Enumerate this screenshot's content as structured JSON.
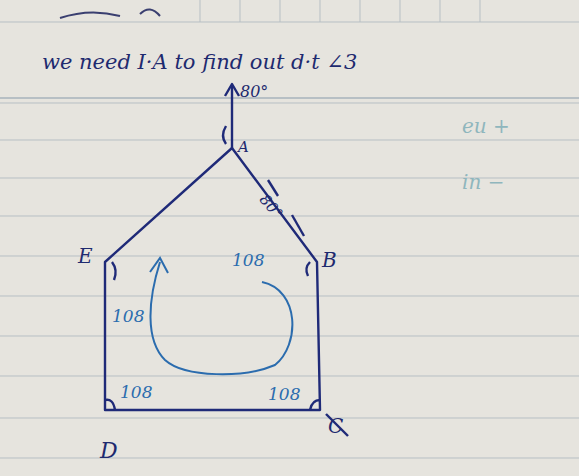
{
  "diagram": {
    "labels": [
      "we need I·A to find out d·t ∠3",
      "80°",
      "A",
      "80°",
      "E",
      "B",
      "108",
      "108",
      "108",
      "108",
      "D",
      "C",
      "eu +",
      "in −"
    ]
  }
}
